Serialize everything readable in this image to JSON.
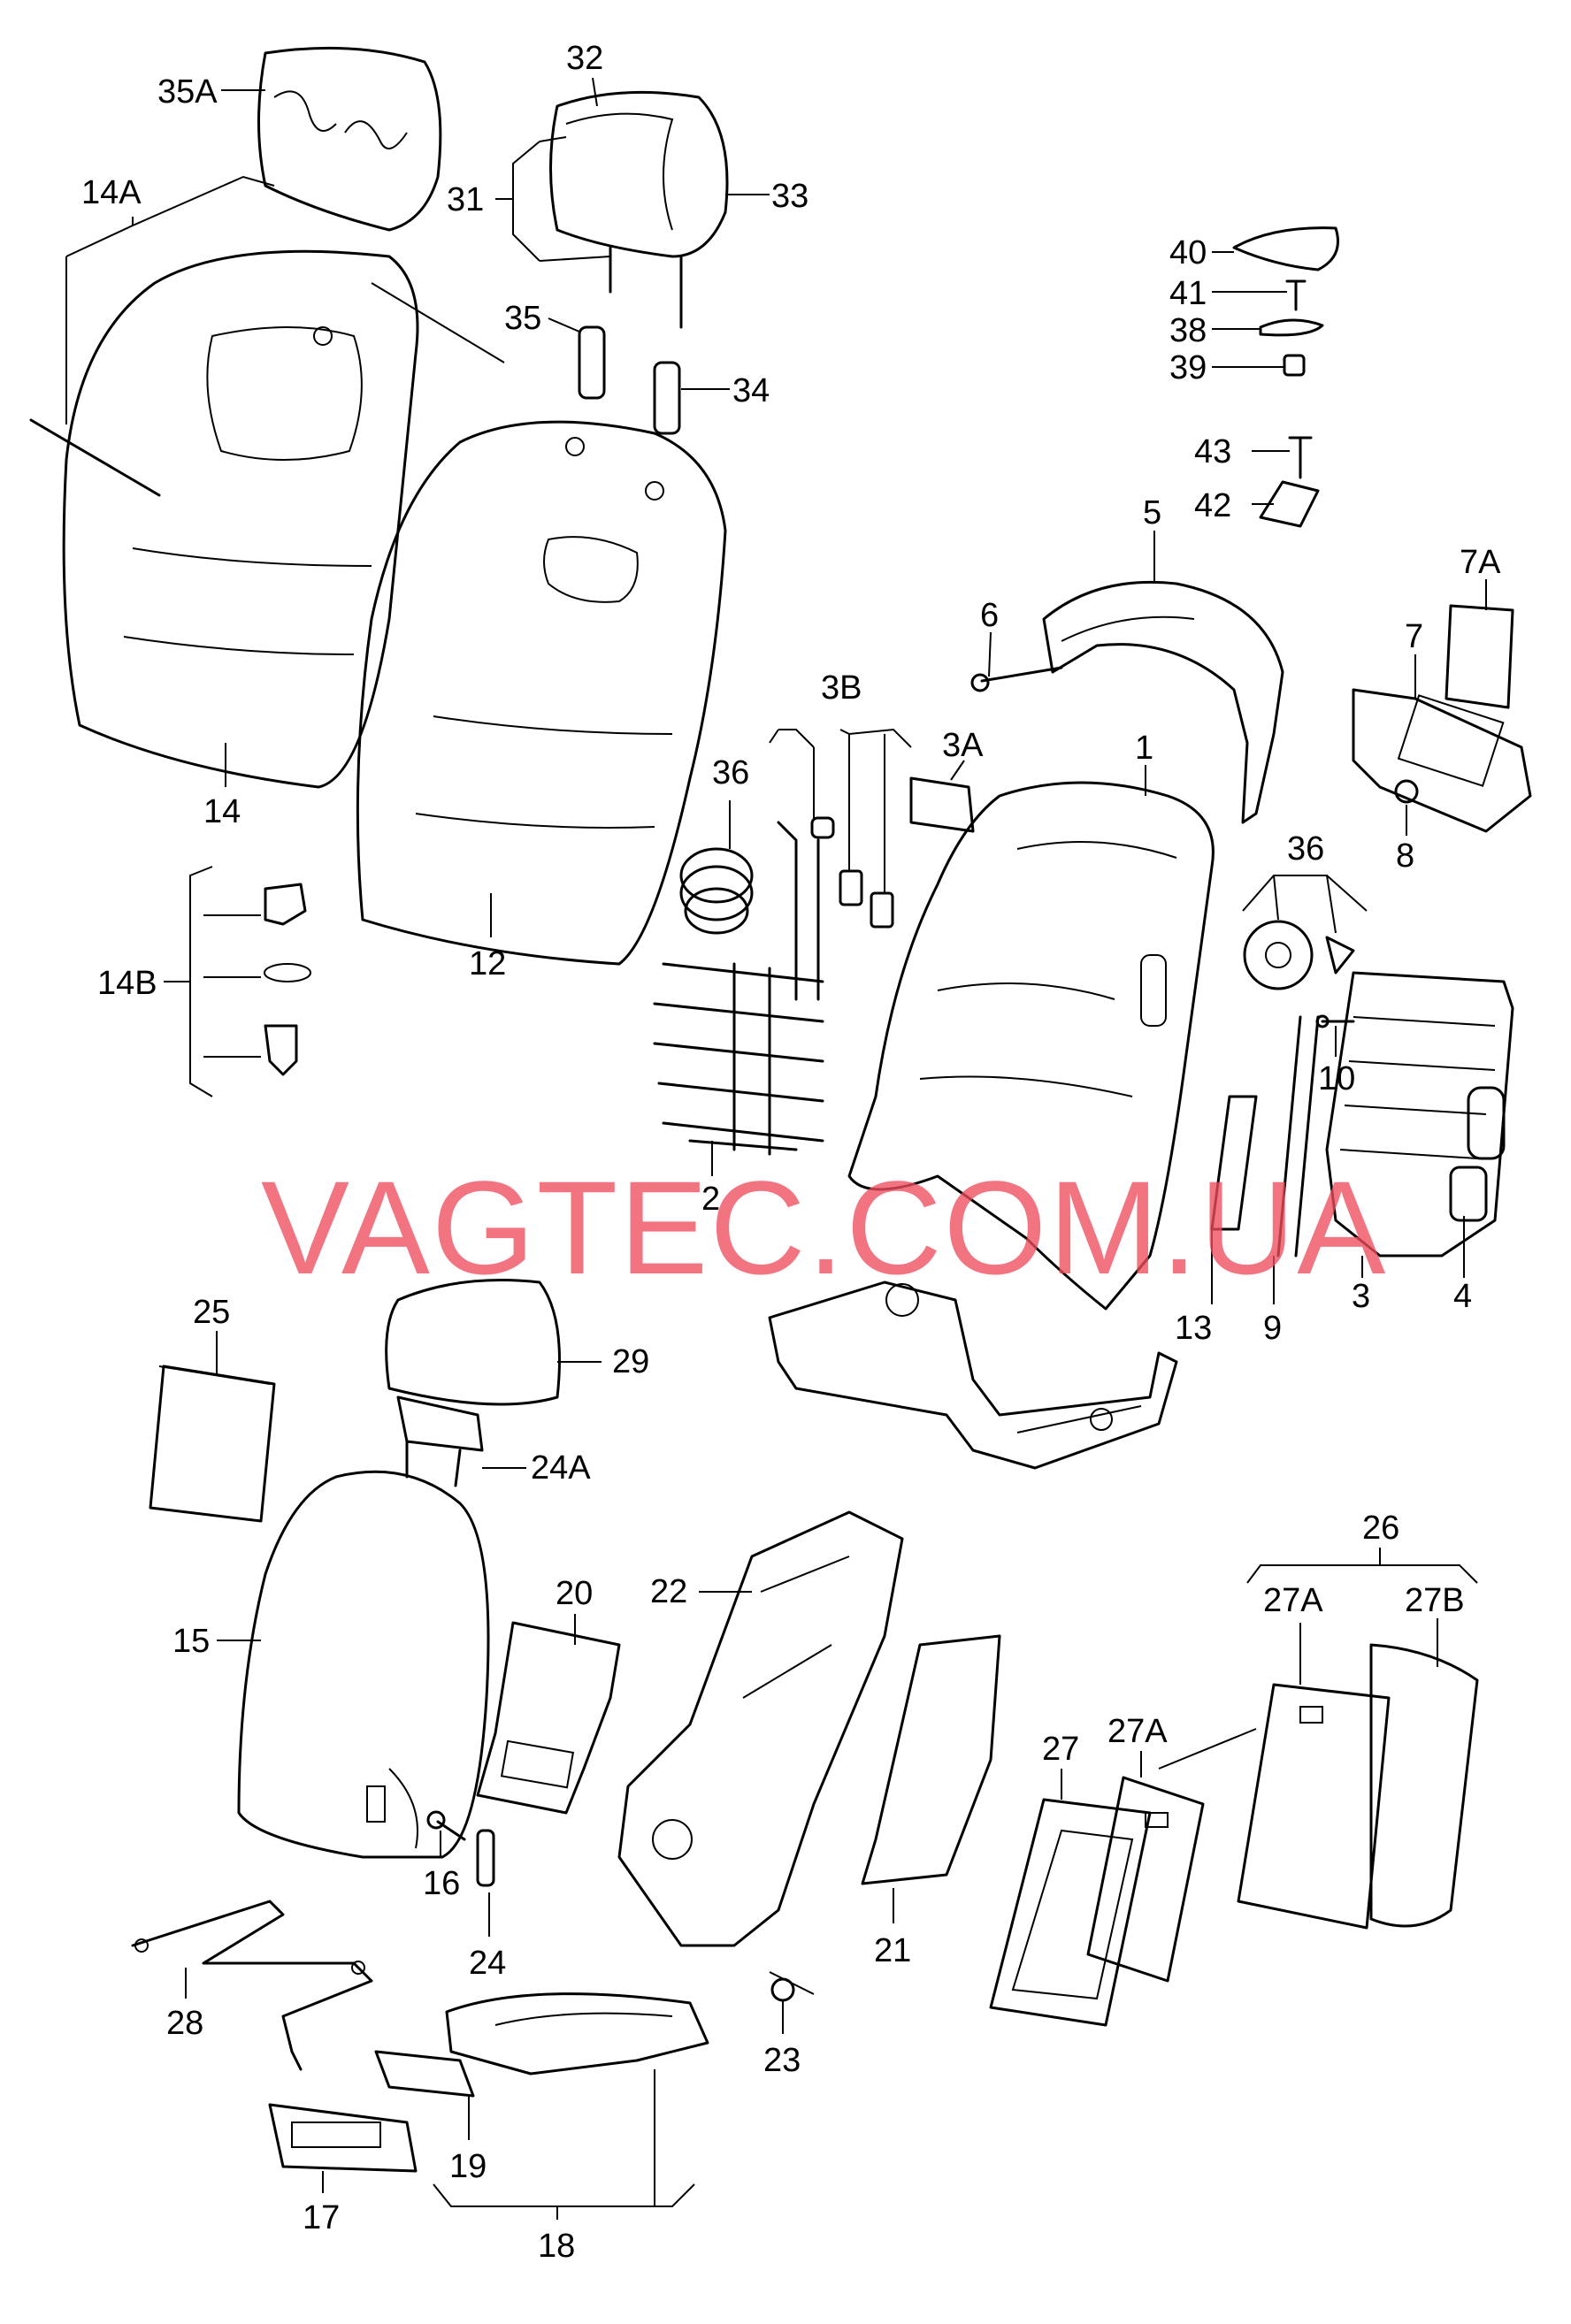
{
  "watermark": "VAGTEC.COM.UA",
  "callouts": {
    "c1": "1",
    "c2": "2",
    "c3": "3",
    "c3A": "3A",
    "c3B": "3B",
    "c4": "4",
    "c5": "5",
    "c6": "6",
    "c7": "7",
    "c7A": "7A",
    "c8": "8",
    "c9": "9",
    "c10": "10",
    "c12": "12",
    "c13": "13",
    "c14": "14",
    "c14A": "14A",
    "c14B": "14B",
    "c15": "15",
    "c16": "16",
    "c17": "17",
    "c18": "18",
    "c19": "19",
    "c20": "20",
    "c21": "21",
    "c22": "22",
    "c23": "23",
    "c24": "24",
    "c24A": "24A",
    "c25": "25",
    "c26": "26",
    "c27": "27",
    "c27A_1": "27A",
    "c27A_2": "27A",
    "c27B": "27B",
    "c28": "28",
    "c29": "29",
    "c31": "31",
    "c32": "32",
    "c33": "33",
    "c34": "34",
    "c35": "35",
    "c35A": "35A",
    "c36_1": "36",
    "c36_2": "36",
    "c38": "38",
    "c39": "39",
    "c40": "40",
    "c41": "41",
    "c42": "42",
    "c43": "43"
  }
}
